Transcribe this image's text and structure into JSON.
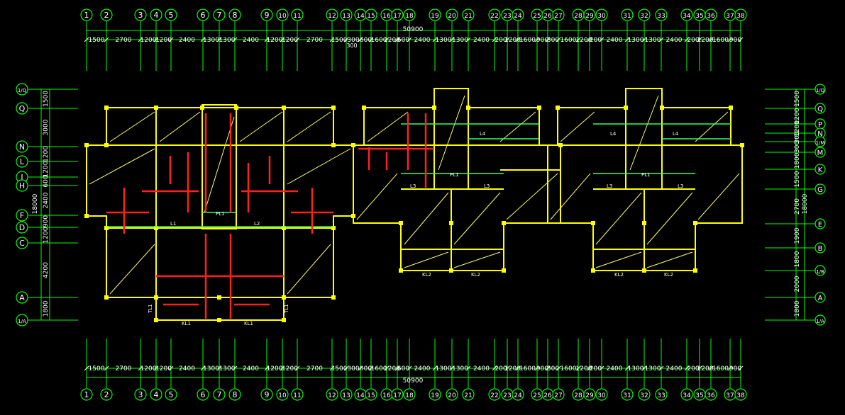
{
  "drawing": {
    "colors": {
      "background": "#000000",
      "axis": "#00ff00",
      "wall": "#ffff00",
      "slab": "#ffff66",
      "rebar": "#ff2020",
      "annotation": "#33ff66",
      "axis_text": "#ffffff"
    },
    "overall_dimension": "50900",
    "left_total_dimension": "18000",
    "right_total_dimension": "18000",
    "small_top_dimension": "300",
    "top_axes": [
      "1",
      "2",
      "3",
      "4",
      "5",
      "6",
      "7",
      "8",
      "9",
      "10",
      "11",
      "12",
      "13",
      "14",
      "15",
      "16",
      "17",
      "18",
      "19",
      "20",
      "21",
      "22",
      "23",
      "24",
      "25",
      "26",
      "27",
      "28",
      "29",
      "30",
      "31",
      "32",
      "33",
      "34",
      "35",
      "36",
      "37",
      "38"
    ],
    "top_segment_dims": [
      "1500",
      "2700",
      "1200",
      "1200",
      "2400",
      "1300",
      "1300",
      "2400",
      "1200",
      "1200",
      "2700",
      "1500",
      "300",
      "600",
      "1600",
      "1200",
      "600",
      "2400",
      "1300",
      "1300",
      "2400",
      "200",
      "1200",
      "1600",
      "900",
      "300",
      "1600",
      "1200",
      "200",
      "2400",
      "1300",
      "1300",
      "2400",
      "200",
      "1200",
      "1600",
      "900"
    ],
    "bottom_segment_dims": [
      "1500",
      "2700",
      "1200",
      "1200",
      "2400",
      "1300",
      "1300",
      "2400",
      "1200",
      "1200",
      "2700",
      "1500",
      "300",
      "600",
      "1600",
      "1200",
      "600",
      "2400",
      "1300",
      "1300",
      "2400",
      "200",
      "1200",
      "1600",
      "900",
      "300",
      "1600",
      "1200",
      "200",
      "2400",
      "1300",
      "1300",
      "2400",
      "200",
      "1200",
      "1600",
      "900"
    ],
    "left_axes": [
      "1/Q",
      "Q",
      "N",
      "L",
      "J",
      "H",
      "F",
      "D",
      "C",
      "A",
      "1/A"
    ],
    "left_segment_dims": [
      "1500",
      "3000",
      "1200",
      "1200",
      "600",
      "2400",
      "900",
      "1200",
      "4200",
      "1800"
    ],
    "right_axes": [
      "1/Q",
      "Q",
      "P",
      "N",
      "1/M",
      "M",
      "K",
      "G",
      "E",
      "B",
      "1/B",
      "A",
      "1/A"
    ],
    "right_segment_dims": [
      "1500",
      "1200",
      "1200",
      "300",
      "300",
      "1800",
      "1500",
      "2700",
      "1900",
      "1800",
      "2000",
      "1800"
    ],
    "labels": {
      "beam_L4": "L4",
      "beam_L3": "L3",
      "beam_L2": "L2",
      "beam_L1": "L1",
      "stair_beam": "TL1",
      "cant_beam_1": "KL1",
      "cant_beam_2": "KL2",
      "landing": "PL1"
    }
  }
}
